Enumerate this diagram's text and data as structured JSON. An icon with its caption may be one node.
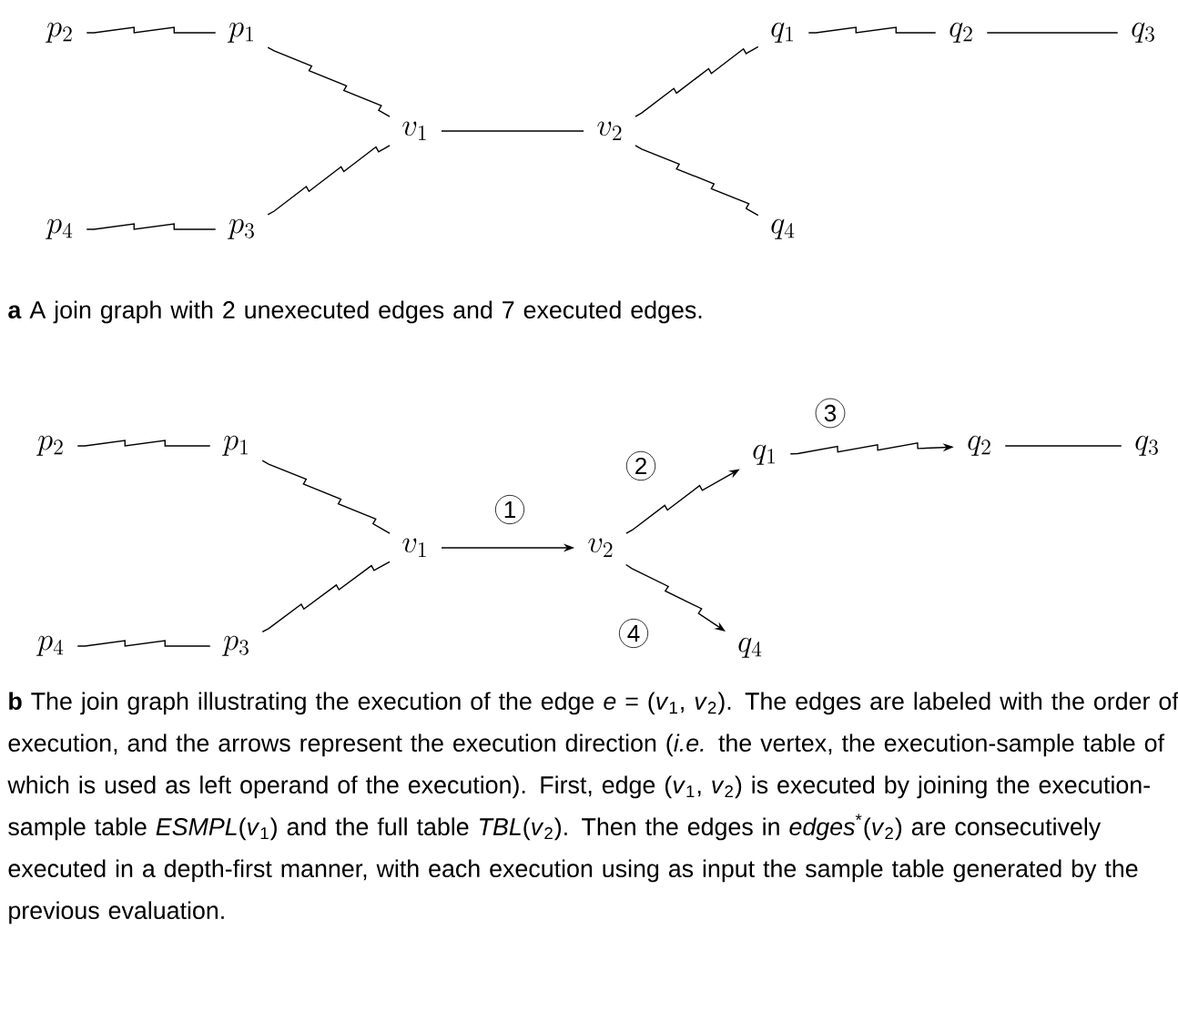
{
  "diagram": {
    "nodes": [
      {
        "text": [
          "p_2"
        ]
      },
      {
        "text": [
          "p_1"
        ]
      },
      {
        "text": [
          "q_1"
        ]
      },
      {
        "text": [
          "q_2"
        ]
      },
      {
        "text": [
          "q_3"
        ]
      },
      {
        "text": [
          "v_1"
        ]
      },
      {
        "text": [
          "v_2"
        ]
      },
      {
        "text": [
          "p_4"
        ]
      },
      {
        "text": [
          "p_3"
        ]
      },
      {
        "text": [
          "q_4"
        ]
      },
      {
        "text": [
          "p_2"
        ]
      },
      {
        "text": [
          "p_1"
        ]
      },
      {
        "text": [
          "q_1"
        ]
      },
      {
        "text": [
          "q_2"
        ]
      },
      {
        "text": [
          "q_3"
        ]
      },
      {
        "text": [
          "v_1"
        ]
      },
      {
        "text": [
          "v_2"
        ]
      },
      {
        "text": [
          "p_4"
        ]
      },
      {
        "text": [
          "p_3"
        ]
      },
      {
        "text": [
          "q_4"
        ]
      }
    ],
    "edges": [
      {
        "from": 0,
        "to": 1,
        "arrow": "none"
      },
      {
        "from": 2,
        "to": 3,
        "arrow": "none"
      },
      {
        "from": 3,
        "to": 4,
        "arrow": "none"
      },
      {
        "from": 1,
        "to": 5,
        "arrow": "none"
      },
      {
        "from": 5,
        "to": 6,
        "arrow": "none"
      },
      {
        "from": 6,
        "to": 2,
        "arrow": "none"
      },
      {
        "from": 8,
        "to": 5,
        "arrow": "none"
      },
      {
        "from": 6,
        "to": 9,
        "arrow": "none"
      },
      {
        "from": 7,
        "to": 8,
        "arrow": "none"
      },
      {
        "from": 10,
        "to": 11,
        "arrow": "none"
      },
      {
        "from": 12,
        "to": 13,
        "arrow": "to",
        "label": "3"
      },
      {
        "from": 13,
        "to": 14,
        "arrow": "none"
      },
      {
        "from": 11,
        "to": 15,
        "arrow": "none"
      },
      {
        "from": 15,
        "to": 16,
        "arrow": "to",
        "label": "1"
      },
      {
        "from": 16,
        "to": 12,
        "arrow": "to",
        "label": "2"
      },
      {
        "from": 18,
        "to": 15,
        "arrow": "none"
      },
      {
        "from": 16,
        "to": 19,
        "arrow": "to",
        "label": "4"
      },
      {
        "from": 17,
        "to": 18,
        "arrow": "none"
      }
    ],
    "labels": [
      "**a** A join graph with 2 unexecuted edges and 7 executed edges.",
      "**b** The join graph illustrating the execution of the edge *e* = (*v*$_{1}$, *v*$_{2}$). The edges are labeled with the order of execution, and the arrows represent the execution direction (*i.e.* the vertex, the execution-sample table of which is used as left operand of the execution). First, edge (*v*$_{1}$, *v*$_{2}$) is executed by joining the execution-sample table *ESMPL*(*v*$_{1}$) and the full table *TBL*(*v*$_{2}$). Then the edges in *edges*$^{*}$(*v*$_{2}$) are consecutively executed in a depth-first manner, with each execution using as input the sample table generated by the previous evaluation."
    ]
  }
}
